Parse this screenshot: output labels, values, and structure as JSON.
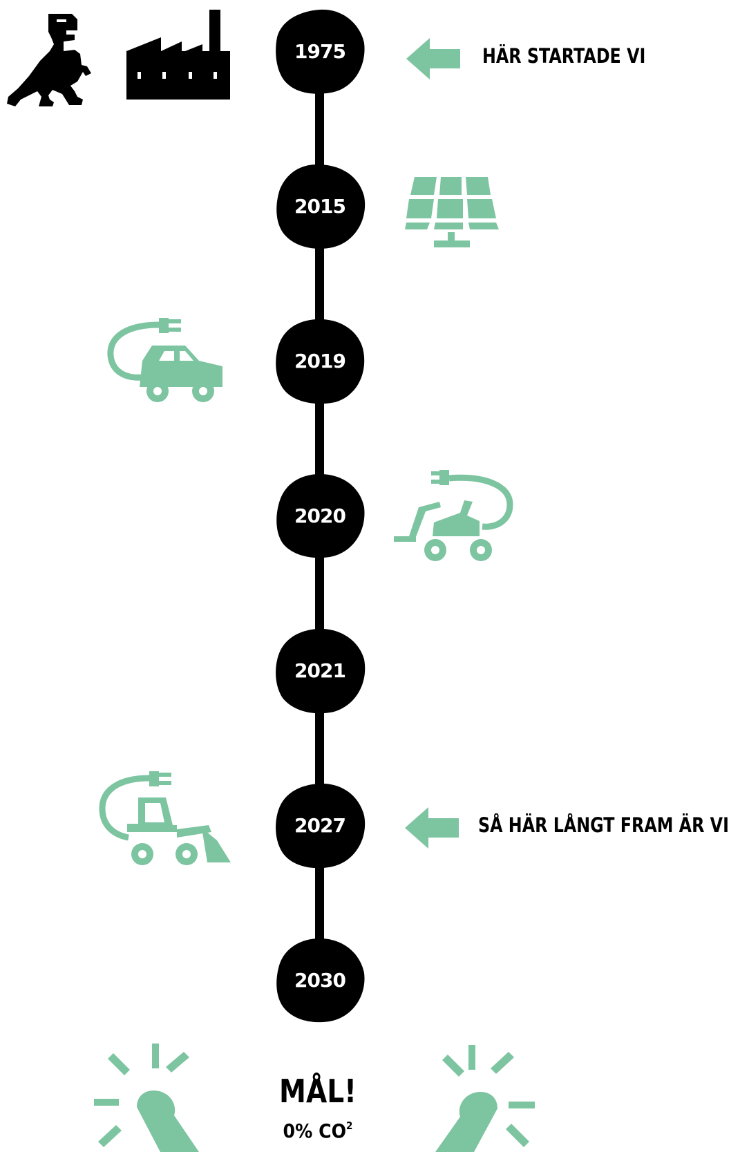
{
  "timeline": {
    "years": [
      "1975",
      "2015",
      "2019",
      "2020",
      "2021",
      "2027",
      "2030"
    ]
  },
  "captions": {
    "start": "HÄR STARTADE VI",
    "progress": "SÅ HÄR LÅNGT FRAM ÄR VI"
  },
  "goal": {
    "title": "MÅL!",
    "subtitle": "0% CO",
    "subtitle_sup": "2"
  },
  "icons": {
    "dinosaur": "dinosaur-icon",
    "factory": "factory-icon",
    "solar_panel": "solar-panel-icon",
    "electric_car": "electric-car-icon",
    "electric_scooter": "electric-scooter-icon",
    "electric_loader": "electric-loader-icon",
    "arrow": "arrow-left-icon",
    "celebration": "celebration-icon"
  },
  "colors": {
    "node": "#000000",
    "accent": "#7dc4a0",
    "text": "#000000",
    "year_text": "#ffffff"
  }
}
